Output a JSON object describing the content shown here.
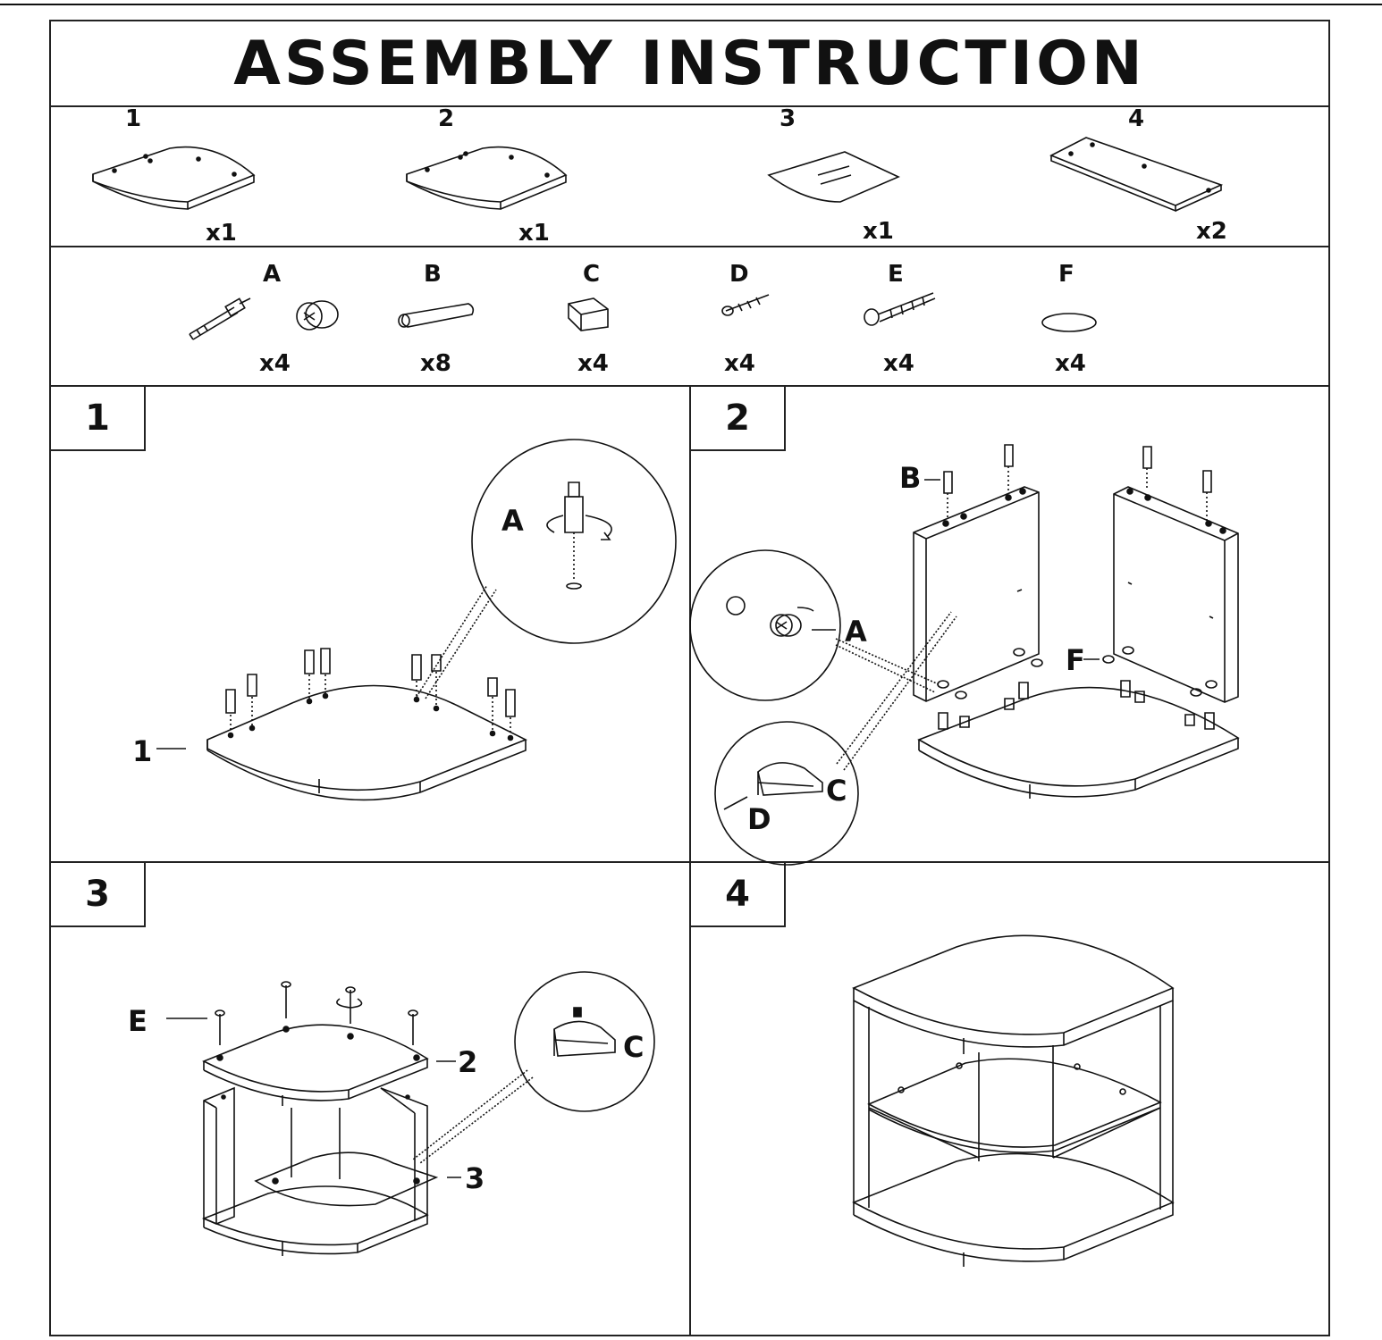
{
  "header": {
    "title": "ASSEMBLY  INSTRUCTION"
  },
  "panels": [
    {
      "number": "1",
      "quantity": "x1"
    },
    {
      "number": "2",
      "quantity": "x1"
    },
    {
      "number": "3",
      "quantity": "x1"
    },
    {
      "number": "4",
      "quantity": "x2"
    }
  ],
  "hardware": [
    {
      "letter": "A",
      "quantity": "x4"
    },
    {
      "letter": "B",
      "quantity": "x8"
    },
    {
      "letter": "C",
      "quantity": "x4"
    },
    {
      "letter": "D",
      "quantity": "x4"
    },
    {
      "letter": "E",
      "quantity": "x4"
    },
    {
      "letter": "F",
      "quantity": "x4"
    }
  ],
  "steps": [
    {
      "number": "1",
      "labels": {
        "panel": "1",
        "callout": "A"
      }
    },
    {
      "number": "2",
      "labels": {
        "dowel": "B",
        "cam": "A",
        "foot": "F",
        "clip": "C",
        "screw": "D"
      }
    },
    {
      "number": "3",
      "labels": {
        "screw": "E",
        "top": "2",
        "glass": "3",
        "clip": "C"
      }
    },
    {
      "number": "4"
    }
  ]
}
